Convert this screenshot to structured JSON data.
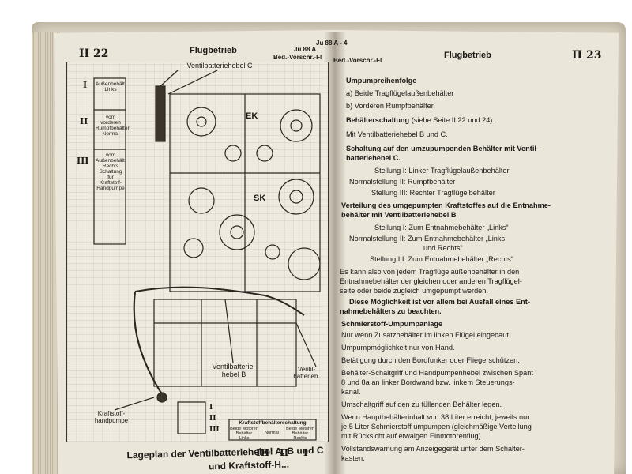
{
  "left_page": {
    "page_number": "II 22",
    "header_title": "Flugbetrieb",
    "header_sub_top": "Ju 88 A",
    "header_sub_bottom": "Bed.-Vorschr.-Fl",
    "figure": {
      "callout_top": "Ventilbatteriehebel C",
      "roman_I": "I",
      "roman_II": "II",
      "roman_III": "III",
      "label_I": "Außenbehält.\nLinks",
      "label_II": "vom vorderen\nRumpfbehälter\nNormal",
      "label_III": "vom\nAußenbehält.\nRechts\nSchaltung\nfür\nKraftstoff-\nHandpumpe",
      "gauge_EK": "EK",
      "gauge_SK": "SK",
      "callout_B_left": "Ventilbatterie-\nhebel B",
      "callout_B_right": "Ventil-\nbatterieh.",
      "callout_pump": "Kraftstoff-\nhandpumpe",
      "plate_title": "Kraftstoffbehälterschaltung",
      "plate_left": "Beide Motoren\nBehälter\nLinks",
      "plate_mid": "Normal",
      "plate_right": "Beide Motoren\nBehälter\nRechts",
      "plate_roman_III": "III",
      "plate_roman_II": "II",
      "plate_roman_I": "I",
      "shield_roman_1": "I",
      "shield_roman_2": "II",
      "shield_roman_3": "III"
    },
    "caption_line1": "Lageplan der Ventilbatteriehebel A, B und C",
    "caption_line2": "und Kraftstoff-H..."
  },
  "right_page": {
    "header_sub_top": "Ju 88 A - 4",
    "header_sub_bottom": "Bed.-Vorschr.-Fl",
    "header_title": "Flugbetrieb",
    "page_number": "II 23",
    "lines": {
      "l1": "Umpumpreihenfolge",
      "l2": "a)  Beide Tragflügelaußenbehälter",
      "l3": "b)  Vorderen Rumpfbehälter.",
      "l4a": "Behälterschaltung",
      "l4b": " (siehe Seite II 22 und 24).",
      "l5": "Mit Ventilbatteriehebel B und C.",
      "l6": "Schaltung auf den umzupumpenden Behälter mit Ventil-",
      "l7": "batteriehebel C.",
      "l8": "Stellung I:  Linker Tragflügelaußenbehälter",
      "l9": "Normalstellung II:  Rumpfbehälter",
      "l10": "Stellung III:  Rechter Tragflügelbehälter",
      "l11": "Verteilung des umgepumpten Kraftstoffes auf die Entnahme-",
      "l12": "behälter mit Ventilbatteriehebel B",
      "l13": "Stellung I:  Zum Entnahmebehälter „Links“",
      "l14": "Normalstellung II:  Zum Entnahmebehälter „Links",
      "l15": "und Rechts“",
      "l16": "Stellung III:  Zum Entnahmebehälter „Rechts“",
      "l17": "Es kann also von jedem Tragflügelaußenbehälter in den",
      "l18": "Entnahmebehälter der gleichen oder anderen Tragflügel-",
      "l19": "seite oder beide zugleich umgepumpt werden.",
      "l20": "Diese Möglichkeit ist vor allem bei Ausfall eines Ent-",
      "l21": "nahmebehälters zu beachten.",
      "l22": "Schmierstoff-Umpumpanlage",
      "l23": "Nur wenn Zusatzbehälter im linken Flügel eingebaut.",
      "l24": "Umpumpmöglichkeit nur von Hand.",
      "l25": "Betätigung durch den Bordfunker oder Fliegerschützen.",
      "l26": "Behälter-Schaltgriff und Handpumpenhebel zwischen Spant",
      "l27": "8 und 8a an linker Bordwand bzw. linkem Steuerungs-",
      "l28": "kanal.",
      "l29": "Umschaltgriff auf den zu füllenden Behälter legen.",
      "l30": "Wenn Hauptbehälterinhalt von 38 Liter erreicht, jeweils nur",
      "l31": "je 5 Liter Schmierstoff umpumpen (gleichmäßige Verteilung",
      "l32": "mit Rücksicht auf etwaigen Einmotorenflug).",
      "l33": "Vollstandswarnung am Anzeigegerät unter dem Schalter-",
      "l34": "kasten."
    }
  }
}
